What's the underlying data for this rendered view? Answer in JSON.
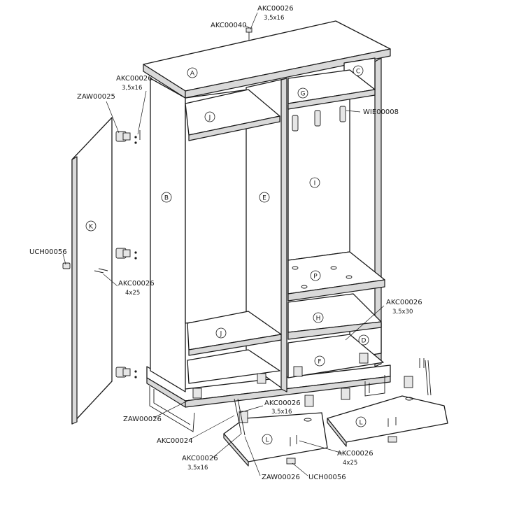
{
  "panels": {
    "A": "A",
    "B": "B",
    "C": "C",
    "D": "D",
    "E": "E",
    "F": "F",
    "G": "G",
    "H": "H",
    "I": "I",
    "J": "J",
    "K": "K",
    "L": "L",
    "P": "P"
  },
  "hardware": {
    "akc00026": "AKC00026",
    "akc00040": "AKC00040",
    "zaw00025": "ZAW00025",
    "zaw00026": "ZAW00026",
    "wie00008": "WIE00008",
    "uch00056": "UCH00056",
    "akc00024": "AKC00024"
  },
  "sizes": {
    "s35x16": "3,5x16",
    "s4x25": "4x25",
    "s35x30": "3,5x30"
  }
}
